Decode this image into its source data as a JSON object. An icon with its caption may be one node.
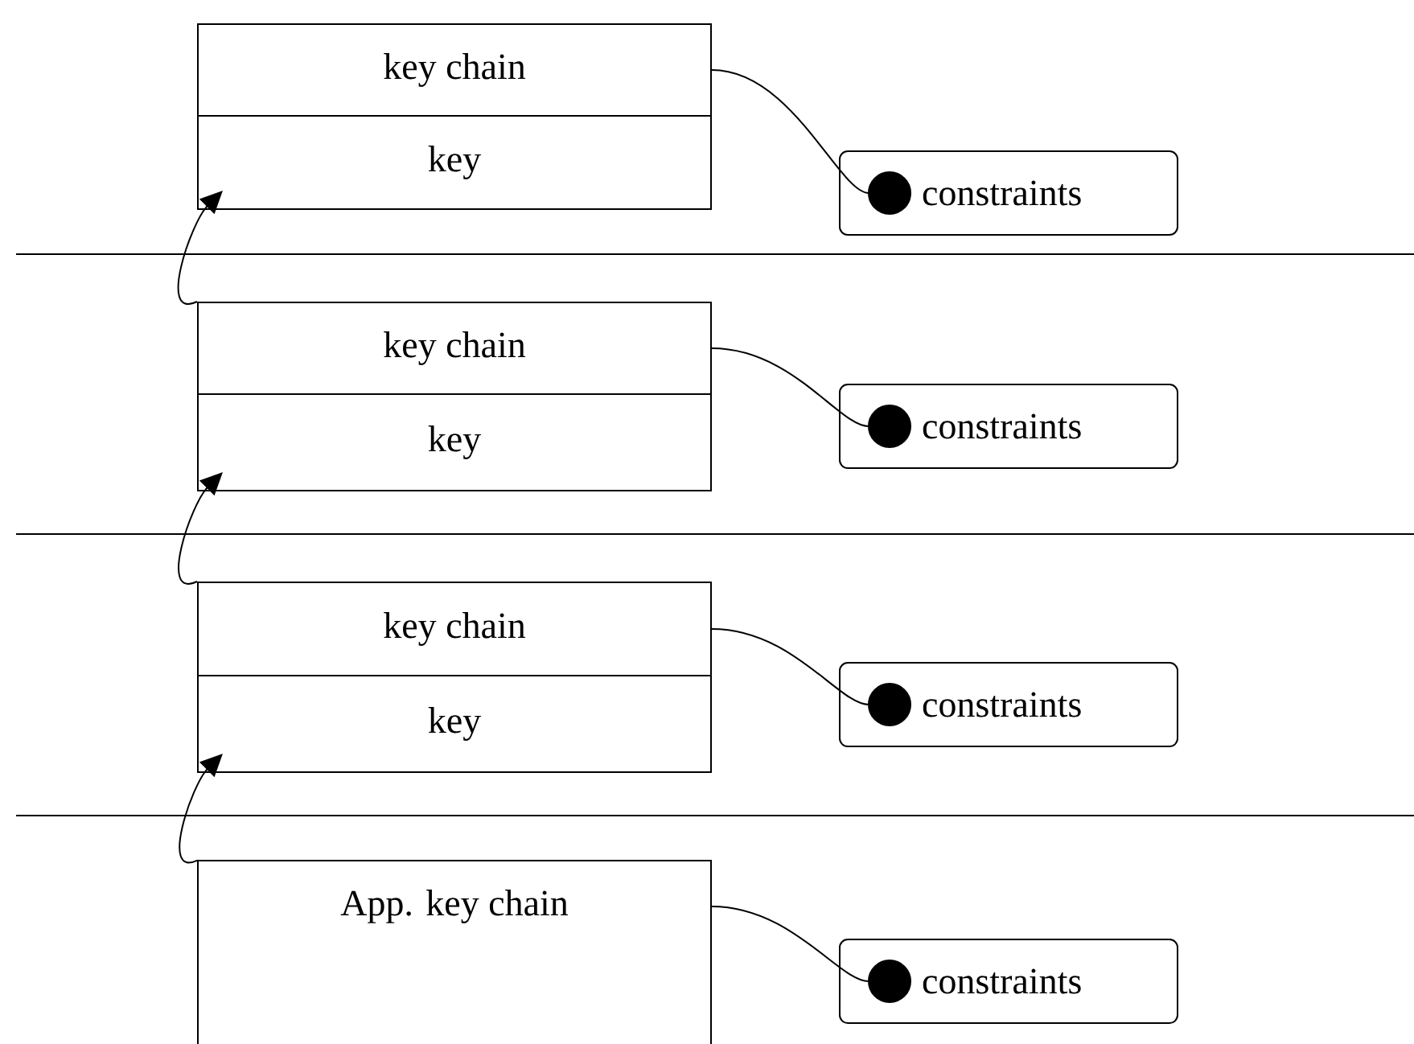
{
  "diagram": {
    "nodes": [
      {
        "text": [
          "key chain"
        ]
      },
      {
        "text": [
          "constraints"
        ]
      },
      {
        "text": [
          "key"
        ]
      },
      {
        "text": [
          "key chain"
        ]
      },
      {
        "text": [
          "constraints"
        ]
      },
      {
        "text": [
          "key"
        ]
      },
      {
        "text": [
          "key chain"
        ]
      },
      {
        "text": [
          "constraints"
        ]
      },
      {
        "text": [
          "key"
        ]
      },
      {
        "text": [
          "App. key chain"
        ]
      },
      {
        "text": [
          "constraints"
        ]
      }
    ],
    "edges": [
      {
        "from": 0,
        "to": 1,
        "arrow": "other"
      },
      {
        "from": 3,
        "to": 4,
        "arrow": "other"
      },
      {
        "from": 6,
        "to": 7,
        "arrow": "other"
      },
      {
        "from": 9,
        "to": 10,
        "arrow": "other"
      },
      {
        "from": 3,
        "to": 2,
        "arrow": "to"
      },
      {
        "from": 6,
        "to": 5,
        "arrow": "to"
      },
      {
        "from": 9,
        "to": 8,
        "arrow": "to"
      }
    ]
  }
}
